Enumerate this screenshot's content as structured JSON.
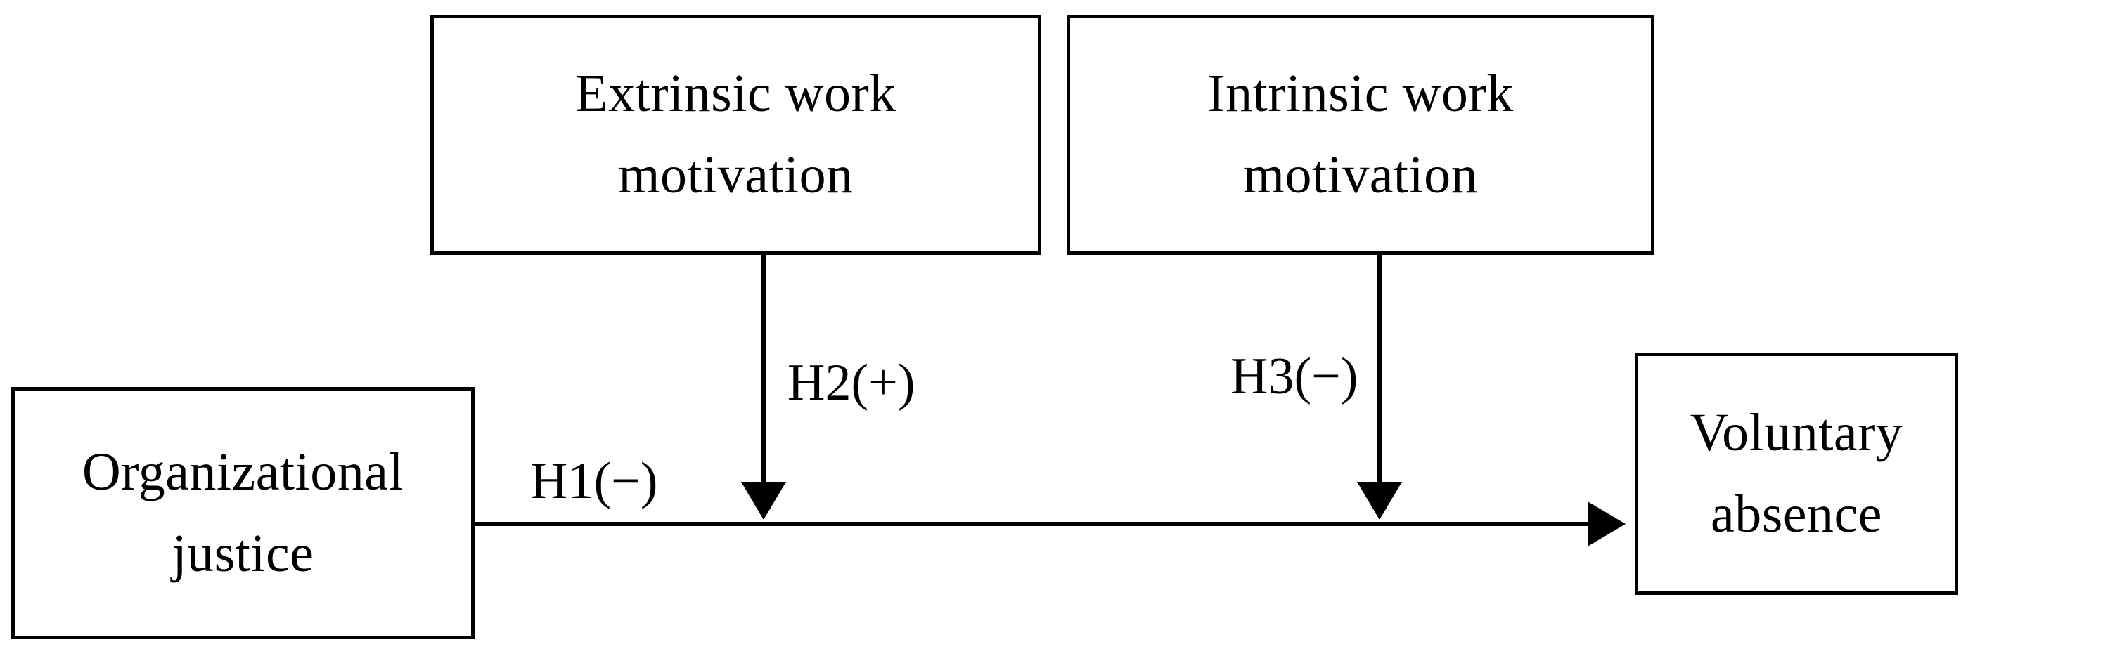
{
  "figure": {
    "type": "research-model-diagram",
    "background_color": "#ffffff",
    "stroke_color": "#000000"
  },
  "nodes": [
    {
      "id": "extrinsic-motivation",
      "line1": "Extrinsic work",
      "line2": "motivation"
    },
    {
      "id": "intrinsic-motivation",
      "line1": "Intrinsic work",
      "line2": "motivation"
    },
    {
      "id": "organizational-justice",
      "line1": "Organizational",
      "line2": "justice"
    },
    {
      "id": "voluntary-absence",
      "line1": "Voluntary",
      "line2": "absence"
    }
  ],
  "edges": [
    {
      "id": "h1",
      "label": "H1(−)",
      "sign": "−",
      "from": "organizational-justice",
      "to": "voluntary-absence",
      "direction": "horizontal"
    },
    {
      "id": "h2",
      "label": "H2(+)",
      "sign": "+",
      "from": "extrinsic-motivation",
      "to": "h1-path",
      "direction": "vertical"
    },
    {
      "id": "h3",
      "label": "H3(−)",
      "sign": "−",
      "from": "intrinsic-motivation",
      "to": "h1-path",
      "direction": "vertical"
    }
  ]
}
